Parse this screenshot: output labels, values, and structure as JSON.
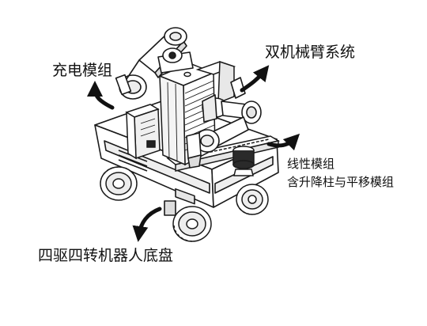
{
  "labels": {
    "charging_module": "充电模组",
    "dual_arm_system": "双机械臂系统",
    "linear_module": "线性模组",
    "lift_and_translation": "含升降柱与平移模组",
    "chassis": "四驱四转机器人底盘"
  },
  "colors": {
    "ink": "#111111",
    "line": "#1a1a1a",
    "body": "#ffffff",
    "shade": "#d9d9d9",
    "dark": "#222222"
  }
}
